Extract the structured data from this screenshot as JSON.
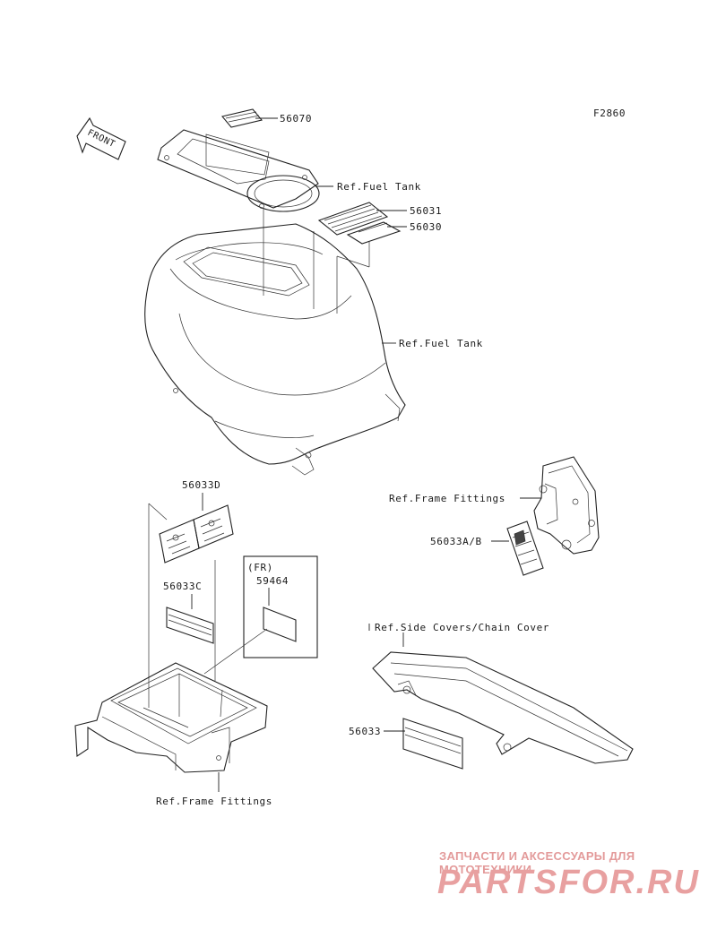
{
  "figure_code": "F2860",
  "front_tag": "FRONT",
  "labels": {
    "p56070": "56070",
    "ref_fuel_tank_1": "Ref.Fuel Tank",
    "p56031": "56031",
    "p56030": "56030",
    "ref_fuel_tank_2": "Ref.Fuel Tank",
    "p56033d": "56033D",
    "ref_frame_fittings_1": "Ref.Frame Fittings",
    "p56033ab": "56033A/B",
    "fr_note": "(FR)",
    "p59464": "59464",
    "p56033c": "56033C",
    "ref_side_covers": "Ref.Side Covers/Chain Cover",
    "p56033": "56033",
    "ref_frame_fittings_2": "Ref.Frame Fittings"
  },
  "watermark": {
    "tagline": "ЗАПЧАСТИ И АКСЕССУАРЫ ДЛЯ МОТОТЕХНИКИ",
    "logo": "PARTSFOR.RU"
  }
}
